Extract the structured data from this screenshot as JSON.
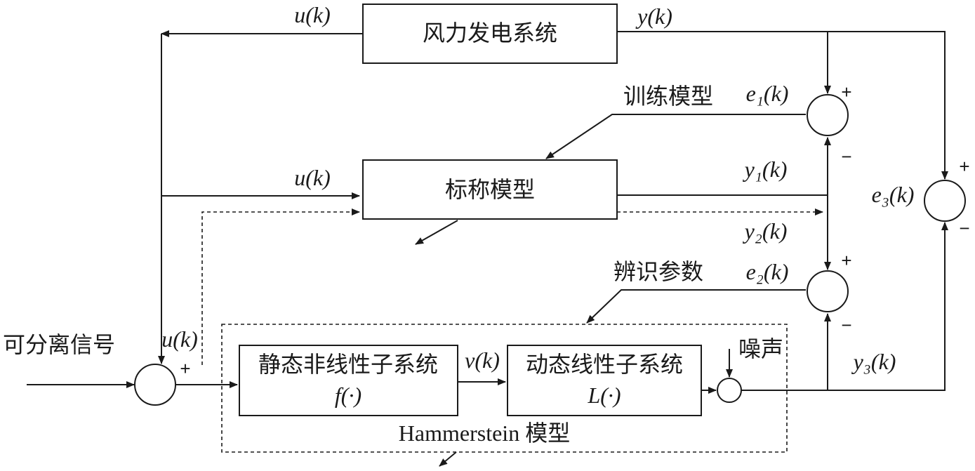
{
  "blocks": {
    "wind_system": "风力发电系统",
    "nominal_model": "标称模型",
    "static_nonlinear": "静态非线性子系统",
    "static_func": "f(·)",
    "dynamic_linear": "动态线性子系统",
    "dynamic_func": "L(·)",
    "hammerstein": "Hammerstein 模型"
  },
  "labels": {
    "separable_signal": "可分离信号",
    "train_model": "训练模型",
    "identify_params": "辨识参数",
    "noise": "噪声"
  },
  "signals": {
    "u_top": "u(k)",
    "u_mid": "u(k)",
    "u_bottom": "u(k)",
    "y": "y(k)",
    "y1": "y₁(k)",
    "y2": "y₂(k)",
    "y3": "y₃(k)",
    "e1": "e₁(k)",
    "e2": "e₂(k)",
    "e3": "e₃(k)",
    "v": "v(k)"
  },
  "signs": {
    "plus": "+",
    "minus": "−"
  }
}
